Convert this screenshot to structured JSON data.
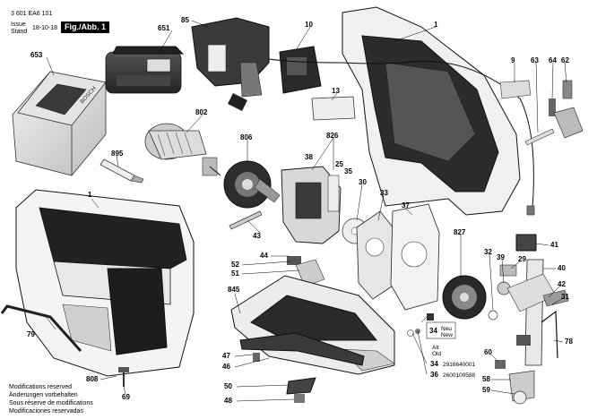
{
  "header": {
    "doc_number": "3 601 EA6 101",
    "issue_label_en": "Issue",
    "issue_label_de": "Stand",
    "issue_date": "18-10-18",
    "fig_label": "Fig./Abb. 1"
  },
  "charger_brand": "BOSCH",
  "part_labels": [
    "1",
    "10",
    "85",
    "651",
    "653",
    "802",
    "806",
    "895",
    "826",
    "38",
    "25",
    "35",
    "13",
    "9",
    "63",
    "64",
    "62",
    "30",
    "33",
    "37",
    "43",
    "44",
    "52",
    "51",
    "845",
    "827",
    "41",
    "32",
    "39",
    "29",
    "40",
    "42",
    "31",
    "34",
    "34",
    "36",
    "78",
    "79",
    "808",
    "69",
    "47",
    "46",
    "50",
    "48",
    "58",
    "59",
    "60",
    "1"
  ],
  "callout_34_neu": {
    "label": "34",
    "neu": "Neu",
    "new": "New"
  },
  "alt_old": {
    "alt": "Alt",
    "old": "Old"
  },
  "order_rows": [
    {
      "ref": "34",
      "number": "2916640001"
    },
    {
      "ref": "36",
      "number": "2600100588"
    }
  ],
  "footer": {
    "lines": [
      "Modifications reserved",
      "Änderungen vorbehalten",
      "Sous réserve de modifications",
      "Modificaciones reservadas"
    ]
  }
}
